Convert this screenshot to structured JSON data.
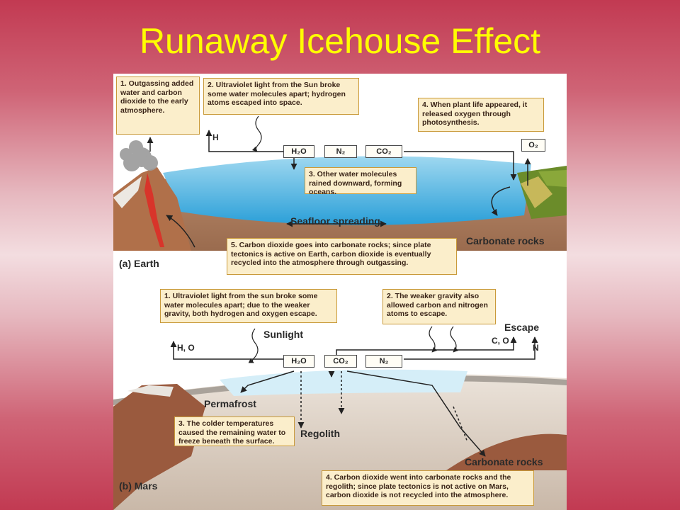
{
  "title": "Runaway Icehouse Effect",
  "earth": {
    "panel_label": "(a) Earth",
    "notes": [
      "1. Outgassing added water and carbon dioxide to the early atmosphere.",
      "2. Ultraviolet light from the Sun broke some water molecules apart; hydrogen atoms escaped into space.",
      "3. Other water molecules rained downward, forming oceans.",
      "4. When plant life appeared, it released oxygen through photosynthesis.",
      "5. Carbon dioxide goes into carbonate rocks; since plate tectonics is active on Earth, carbon dioxide is eventually recycled into the atmosphere through outgassing."
    ],
    "gases": [
      "H₂O",
      "N₂",
      "CO₂",
      "O₂"
    ],
    "labels": {
      "h": "H",
      "seafloor": "Seafloor spreading",
      "carbonate": "Carbonate rocks"
    }
  },
  "mars": {
    "panel_label": "(b) Mars",
    "notes": [
      "1. Ultraviolet light from the sun broke some water molecules apart; due to the weaker gravity, both hydrogen and oxygen escape.",
      "2. The weaker gravity also allowed carbon and nitrogen atoms to escape.",
      "3. The colder temperatures caused the remaining water to freeze beneath the surface.",
      "4. Carbon dioxide went into carbonate rocks and the regolith; since plate tectonics is not active on Mars, carbon dioxide is not recycled into the atmosphere."
    ],
    "gases": [
      "H₂O",
      "CO₂",
      "N₂"
    ],
    "labels": {
      "sunlight": "Sunlight",
      "ho": "H, O",
      "escape": "Escape",
      "co": "C, O",
      "n": "N",
      "permafrost": "Permafrost",
      "regolith": "Regolith",
      "carbonate": "Carbonate rocks"
    }
  }
}
